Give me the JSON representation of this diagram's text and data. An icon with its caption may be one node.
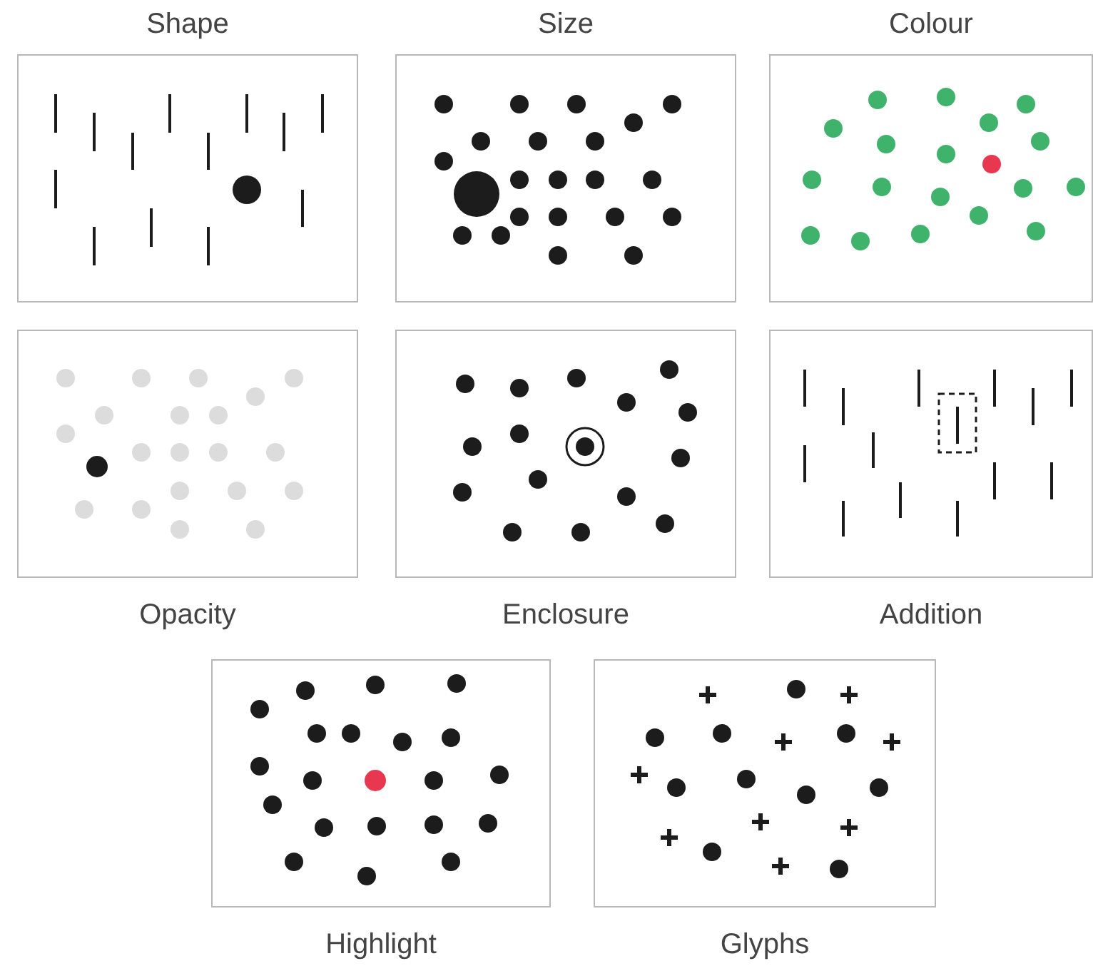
{
  "diagram": {
    "nodes": [
      {
        "text": [
          "Shape"
        ]
      },
      {
        "text": [
          "Size"
        ]
      },
      {
        "text": [
          "Colour"
        ]
      },
      {
        "text": [
          "Opacity"
        ]
      },
      {
        "text": [
          "Enclosure"
        ]
      },
      {
        "text": [
          "Addition"
        ]
      },
      {
        "text": [
          "Highlight"
        ]
      },
      {
        "text": [
          "Glyphs"
        ]
      }
    ]
  }
}
